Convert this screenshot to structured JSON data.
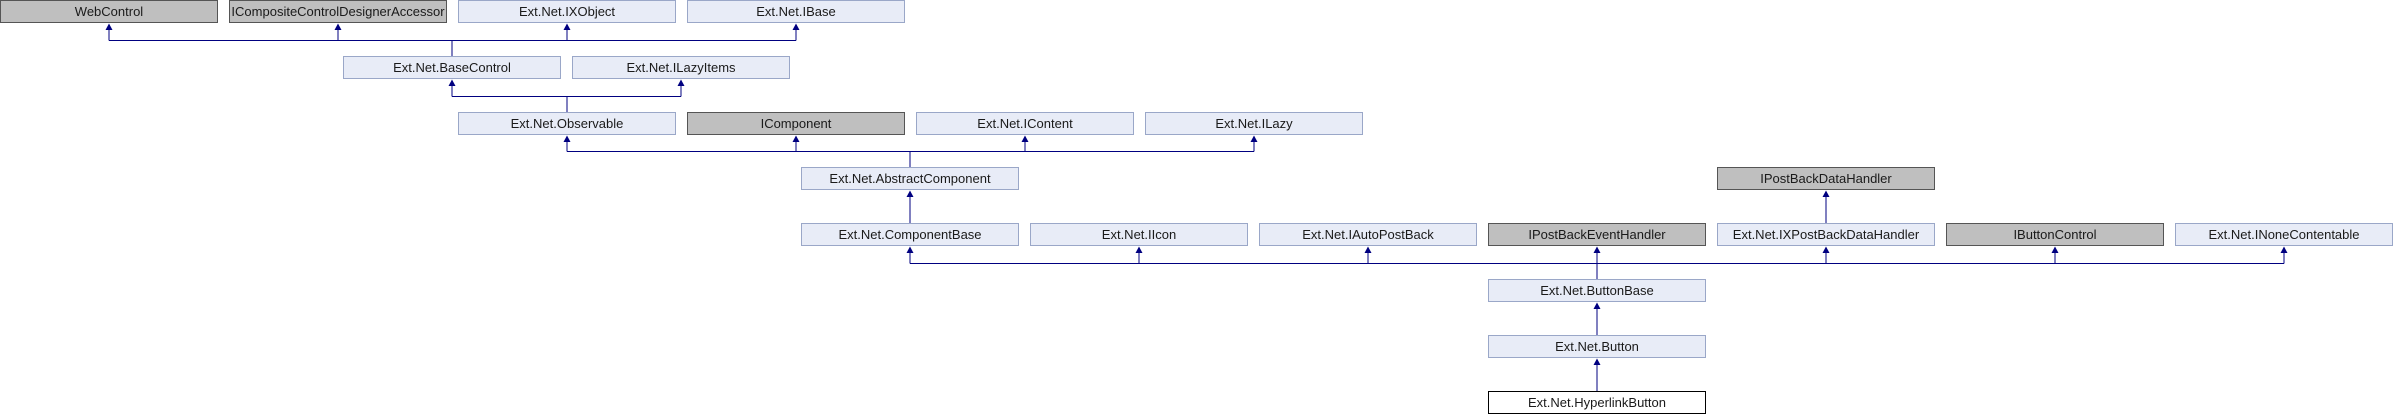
{
  "colors": {
    "edge": "#000080",
    "node_fill": "#e8ecf7",
    "node_border": "#9aa7c8",
    "external_fill": "#bfbfbf",
    "current_border": "#000000"
  },
  "nodes": [
    {
      "id": "webcontrol",
      "label": "WebControl",
      "kind": "external"
    },
    {
      "id": "icomposite",
      "label": "ICompositeControlDesignerAccessor",
      "kind": "external"
    },
    {
      "id": "ixobject",
      "label": "Ext.Net.IXObject",
      "kind": "linked"
    },
    {
      "id": "ibase",
      "label": "Ext.Net.IBase",
      "kind": "linked"
    },
    {
      "id": "basecontrol",
      "label": "Ext.Net.BaseControl",
      "kind": "linked"
    },
    {
      "id": "ilazyitems",
      "label": "Ext.Net.ILazyItems",
      "kind": "linked"
    },
    {
      "id": "observable",
      "label": "Ext.Net.Observable",
      "kind": "linked"
    },
    {
      "id": "icomponent",
      "label": "IComponent",
      "kind": "external"
    },
    {
      "id": "icontent",
      "label": "Ext.Net.IContent",
      "kind": "linked"
    },
    {
      "id": "ilazy",
      "label": "Ext.Net.ILazy",
      "kind": "linked"
    },
    {
      "id": "abstractcomponent",
      "label": "Ext.Net.AbstractComponent",
      "kind": "linked"
    },
    {
      "id": "ipostbackdatahandler",
      "label": "IPostBackDataHandler",
      "kind": "external"
    },
    {
      "id": "componentbase",
      "label": "Ext.Net.ComponentBase",
      "kind": "linked"
    },
    {
      "id": "iicon",
      "label": "Ext.Net.IIcon",
      "kind": "linked"
    },
    {
      "id": "iautopostback",
      "label": "Ext.Net.IAutoPostBack",
      "kind": "linked"
    },
    {
      "id": "ipostbackeventhandler",
      "label": "IPostBackEventHandler",
      "kind": "external"
    },
    {
      "id": "ixpostbackdatahandler",
      "label": "Ext.Net.IXPostBackDataHandler",
      "kind": "linked"
    },
    {
      "id": "ibuttoncontrol",
      "label": "IButtonControl",
      "kind": "external"
    },
    {
      "id": "inonecontentable",
      "label": "Ext.Net.INoneContentable",
      "kind": "linked"
    },
    {
      "id": "buttonbase",
      "label": "Ext.Net.ButtonBase",
      "kind": "linked"
    },
    {
      "id": "button",
      "label": "Ext.Net.Button",
      "kind": "linked"
    },
    {
      "id": "hyperlinkbutton",
      "label": "Ext.Net.HyperlinkButton",
      "kind": "current"
    }
  ],
  "edges": [
    {
      "from": "basecontrol",
      "to": [
        "webcontrol",
        "icomposite",
        "ixobject",
        "ibase"
      ]
    },
    {
      "from": "observable",
      "to": [
        "basecontrol",
        "ilazyitems"
      ]
    },
    {
      "from": "abstractcomponent",
      "to": [
        "observable",
        "icomponent",
        "icontent",
        "ilazy"
      ]
    },
    {
      "from": "ixpostbackdatahandler",
      "to": [
        "ipostbackdatahandler"
      ]
    },
    {
      "from": "componentbase",
      "to": [
        "abstractcomponent"
      ]
    },
    {
      "from": "buttonbase",
      "to": [
        "componentbase",
        "iicon",
        "iautopostback",
        "ipostbackeventhandler",
        "ixpostbackdatahandler",
        "ibuttoncontrol",
        "inonecontentable"
      ]
    },
    {
      "from": "button",
      "to": [
        "buttonbase"
      ]
    },
    {
      "from": "hyperlinkbutton",
      "to": [
        "button"
      ]
    }
  ]
}
